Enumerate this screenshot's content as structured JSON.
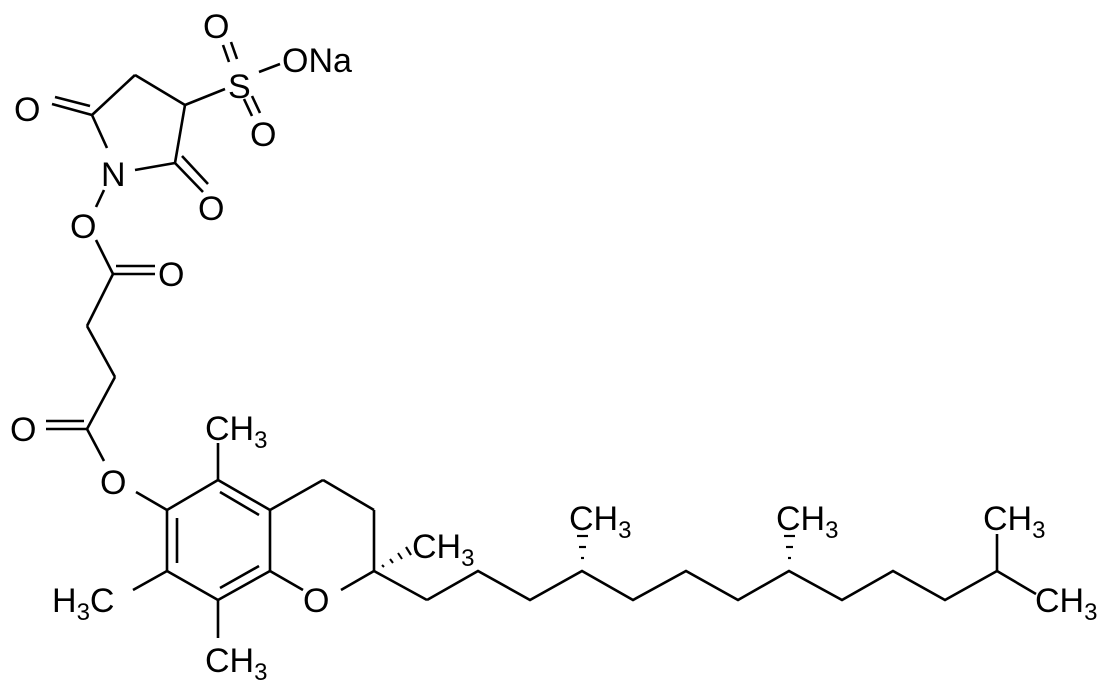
{
  "diagram": {
    "type": "chemical-structure",
    "atoms": {
      "sulfonyl_o_top": "O",
      "sulfonyl_o_bottom": "O",
      "sodium_salt": "ONa",
      "imide_o_left": "O",
      "imide_o_right": "O",
      "imide_n": "N",
      "nhs_ester_o": "O",
      "succinate_o_carbonyl_1": "O",
      "succinate_o_carbonyl_2": "O",
      "phenol_ester_o": "O",
      "chroman_o": "O",
      "sulfur": "S"
    },
    "methyls": {
      "c5_methyl": {
        "main": "CH",
        "sub": "3"
      },
      "c7_methyl": {
        "pre": "H",
        "sub": "3",
        "main": "C"
      },
      "c8_methyl": {
        "main": "CH",
        "sub": "3"
      },
      "c2_methyl": {
        "main": "CH",
        "sub": "3"
      },
      "c4p_methyl": {
        "main": "CH",
        "sub": "3"
      },
      "c8p_methyl": {
        "main": "CH",
        "sub": "3"
      },
      "c12p_methyl_top": {
        "main": "CH",
        "sub": "3"
      },
      "c12p_methyl_right": {
        "main": "CH",
        "sub": "3"
      }
    }
  }
}
